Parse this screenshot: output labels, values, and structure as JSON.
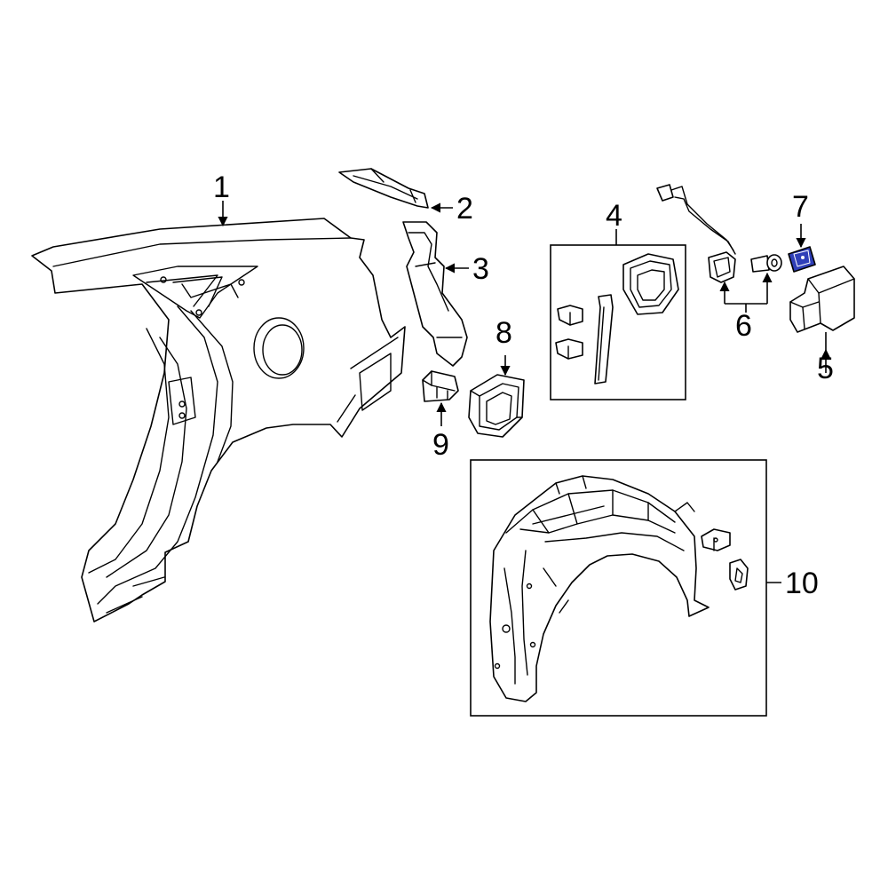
{
  "callouts": {
    "c1": "1",
    "c2": "2",
    "c3": "3",
    "c4": "4",
    "c5": "5",
    "c6": "6",
    "c7": "7",
    "c8": "8",
    "c9": "9",
    "c10": "10"
  },
  "colors": {
    "highlight": "#2f3fb8",
    "line": "#000000",
    "background": "#ffffff"
  }
}
